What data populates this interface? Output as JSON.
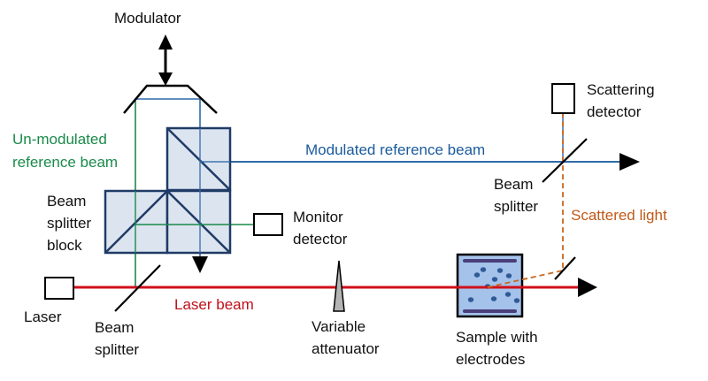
{
  "colors": {
    "laser_beam": "#d0101a",
    "reference_beam": "#2e6aa8",
    "unmodulated_beam": "#1a8a4a",
    "scattered_light": "#c8681e",
    "block_fill": "#dce4f0",
    "block_stroke": "#1f3b66",
    "sample_fill": "#a4c2ea",
    "particle": "#2f5a96",
    "electrode": "#4a3f7a",
    "attenuator_fill": "#b4b4b4",
    "text_dark": "#111111",
    "text_red": "#c0101a",
    "text_blue": "#1a5a9c",
    "text_green": "#1a8a4a",
    "text_orange": "#c05a18"
  },
  "labels": {
    "modulator": "Modulator",
    "unmodulated_line1": "Un-modulated",
    "unmodulated_line2": "reference beam",
    "modulated_reference_beam": "Modulated reference beam",
    "bs_block_line1": "Beam",
    "bs_block_line2": "splitter",
    "bs_block_line3": "block",
    "monitor_line1": "Monitor",
    "monitor_line2": "detector",
    "scattering_line1": "Scattering",
    "scattering_line2": "detector",
    "beam_splitter_right_line1": "Beam",
    "beam_splitter_right_line2": "splitter",
    "scattered_light": "Scattered light",
    "laser": "Laser",
    "laser_beam": "Laser beam",
    "beam_splitter_left_line1": "Beam",
    "beam_splitter_left_line2": "splitter",
    "attenuator_line1": "Variable",
    "attenuator_line2": "attenuator",
    "sample_line1": "Sample with",
    "sample_line2": "electrodes"
  },
  "components": [
    "Laser",
    "Beam splitter",
    "Beam splitter block",
    "Modulator",
    "Monitor detector",
    "Variable attenuator",
    "Sample with electrodes",
    "Beam splitter",
    "Scattering detector"
  ]
}
